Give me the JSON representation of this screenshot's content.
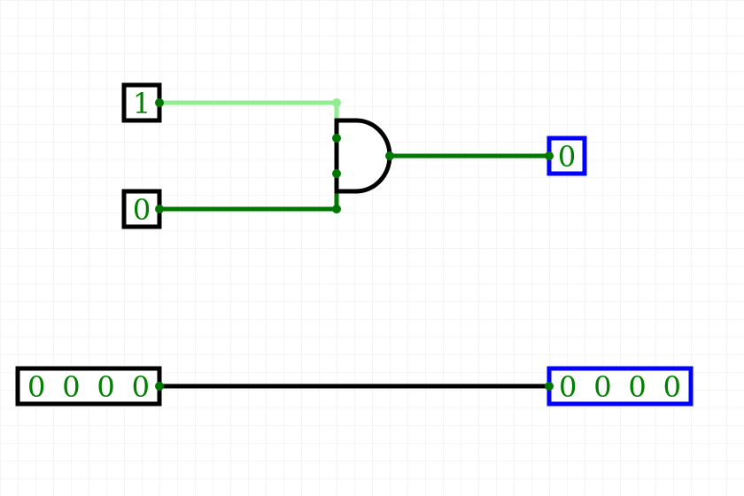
{
  "colors": {
    "grid": "#ececec",
    "wire_high": "#90ee90",
    "wire_low": "#007700",
    "wire_bus": "#000000",
    "input_border": "#000000",
    "output_border": "#0000ff",
    "value_text": "#008000"
  },
  "circuit": {
    "input_a": {
      "value": "1",
      "state": "high"
    },
    "input_b": {
      "value": "0",
      "state": "low"
    },
    "and_gate": {
      "kind": "AND",
      "output_state": "low"
    },
    "output_q": {
      "value": "0"
    },
    "bus_input": {
      "value": "0 0 0 0"
    },
    "bus_output": {
      "value": "0 0 0 0"
    }
  }
}
